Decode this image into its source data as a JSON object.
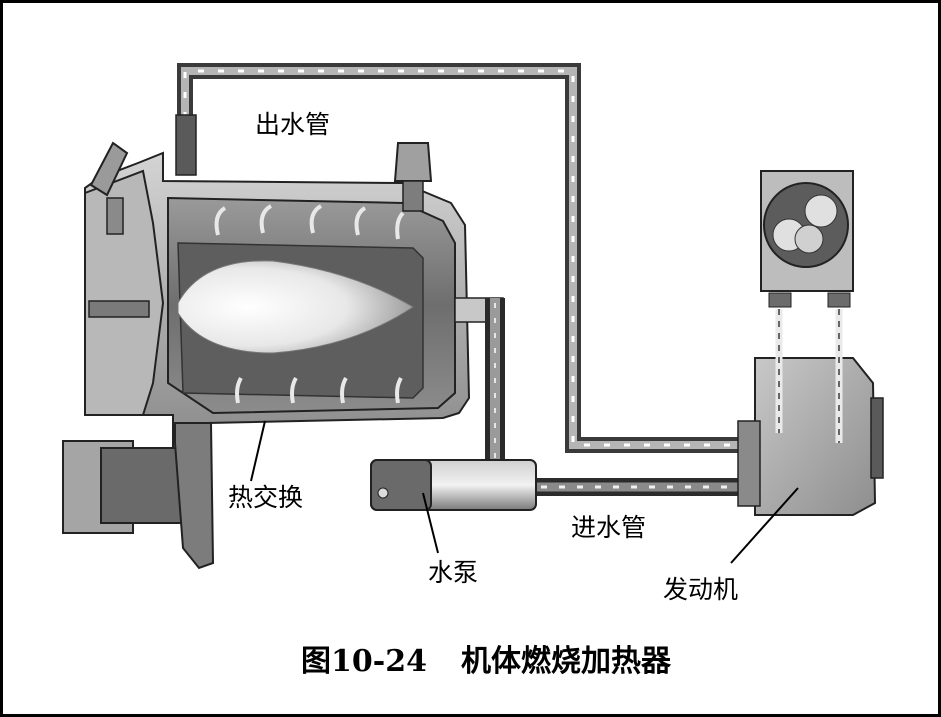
{
  "labels": {
    "outlet_pipe": "出水管",
    "heat_exchanger": "热交换",
    "water_pump": "水泵",
    "inlet_pipe": "进水管",
    "engine": "发动机"
  },
  "caption": {
    "number": "图10-24",
    "title": "机体燃烧加热器"
  }
}
